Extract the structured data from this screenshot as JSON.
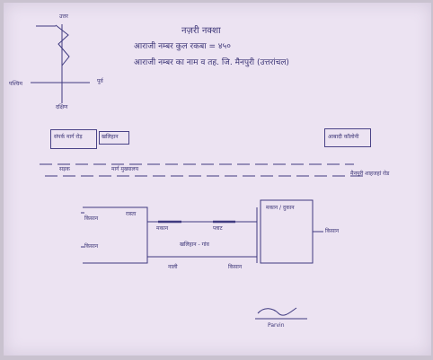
{
  "header": {
    "title": "नज़री नक्शा",
    "line1": "आराजी नम्बर कुल रकबा = ४५०",
    "line2": "आराजी नम्बर का नाम व तह. जि. मैनपुरी (उत्तरांचल)"
  },
  "compass": {
    "north": "उत्तर",
    "east": "पूर्व",
    "west": "पश्चिम",
    "south": "दक्षिण"
  },
  "legend": {
    "box_left": "संपर्क मार्ग रोड़",
    "box_mid": "खलिहान",
    "box_right": "आबादी कॉलोनी"
  },
  "road": {
    "label_left": "सड़क",
    "label_mid": "मार्ग मुख्यालय",
    "label_right": "मैनपुरी शाहजहां रोड"
  },
  "plot": {
    "left_top": "किसान",
    "left_bottom": "किसान",
    "corner": "रास्ता",
    "inner_top_a": "मकान",
    "inner_top_b": "प्लाट",
    "center": "खलिहान - गांव",
    "bottom_a": "नाली",
    "bottom_b": "किसान",
    "right_box": "मकान / दुकान",
    "right_outside": "किसान"
  },
  "signature": {
    "text": "Parvin"
  }
}
